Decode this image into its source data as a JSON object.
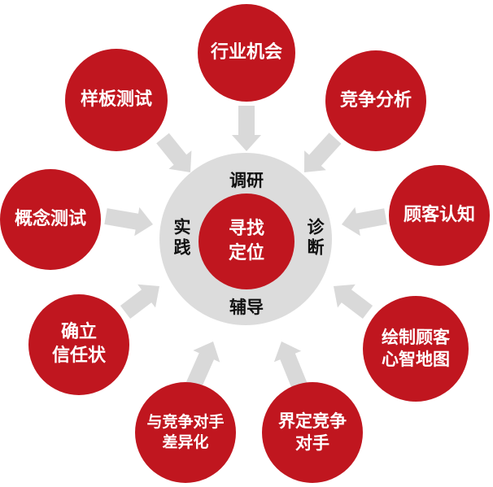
{
  "center": {
    "text": "寻找\n定位"
  },
  "ring_labels": {
    "top": "调研",
    "right": "诊断",
    "bottom": "辅导",
    "left": "实践"
  },
  "nodes": [
    {
      "key": "hangye",
      "text": "行业机会"
    },
    {
      "key": "jingzheng",
      "text": "竞争分析"
    },
    {
      "key": "guke",
      "text": "顾客认知"
    },
    {
      "key": "huizhi",
      "text": "绘制顾客\n心智地图"
    },
    {
      "key": "jieding",
      "text": "界定竞争\n对手"
    },
    {
      "key": "chayi",
      "text": "与竞争对手\n差异化"
    },
    {
      "key": "queli",
      "text": "确立\n信任状"
    },
    {
      "key": "gainian",
      "text": "概念测试"
    },
    {
      "key": "yangban",
      "text": "样板测试"
    }
  ],
  "colors": {
    "node_red": "#c0161f",
    "ring_gray": "#dcdcdc",
    "arrow_gray": "#d9d9d9"
  }
}
